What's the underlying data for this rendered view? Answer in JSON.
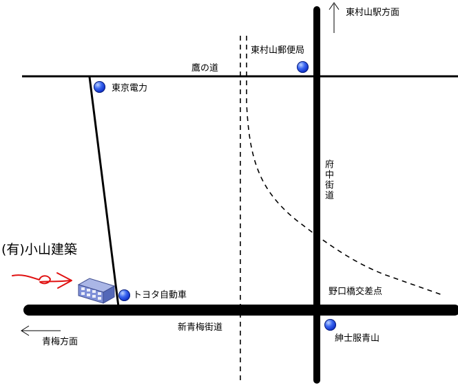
{
  "roads": {
    "north": "鷹の道",
    "south": "新青梅街道",
    "east": "府中街道"
  },
  "directions": {
    "north": "東村山駅方面",
    "west": "青梅方面"
  },
  "intersection": "野口橋交差点",
  "company": "(有)小山建築",
  "landmarks": {
    "post_office": "東村山郵便局",
    "tepco": "東京電力",
    "toyota": "トヨタ自動車",
    "aoki": "紳士服青山"
  },
  "icons": {
    "pin": "blue-ball-marker-icon",
    "building": "office-building-icon",
    "pointer": "red-hand-drawn-arrow-icon",
    "north_arrow": "up-arrow-icon",
    "west_arrow": "left-arrow-icon"
  },
  "colors": {
    "road": "#000000",
    "pin": "#2a50e8",
    "pointer": "#e01010"
  }
}
